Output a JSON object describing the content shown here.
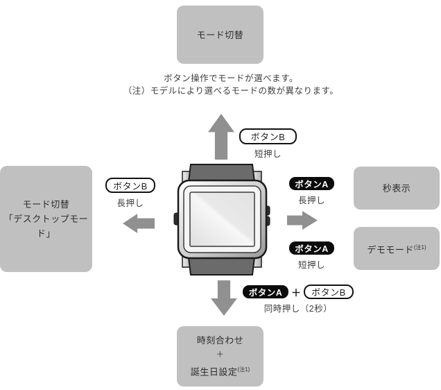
{
  "colors": {
    "box_gray": "#c0c0c0",
    "arrow_gray": "#909090",
    "strap_gray": "#6b6b6b",
    "pill_black": "#0b0b0b"
  },
  "top": {
    "mode_box": "モード切替",
    "caption_line1": "ボタン操作でモードが選べます。",
    "caption_line2": "（注）モデルにより選べるモードの数が異なります。",
    "button": "ボタンB",
    "press": "短押し"
  },
  "left": {
    "box_line1": "モード切替",
    "box_line2": "「デスクトップモード」",
    "button": "ボタンB",
    "press": "長押し"
  },
  "right": {
    "top_button": "ボタンA",
    "top_press": "長押し",
    "bottom_button": "ボタンA",
    "bottom_press": "短押し",
    "seconds_box": "秒表示",
    "demo_box": "デモモード",
    "demo_note": "(注1)"
  },
  "bottom": {
    "button_a": "ボタンA",
    "plus": "＋",
    "button_b": "ボタンB",
    "press": "同時押し（2秒）",
    "box_line1": "時刻合わせ",
    "box_line2": "＋",
    "box_line3": "誕生日設定",
    "box_note": "(注1)"
  }
}
